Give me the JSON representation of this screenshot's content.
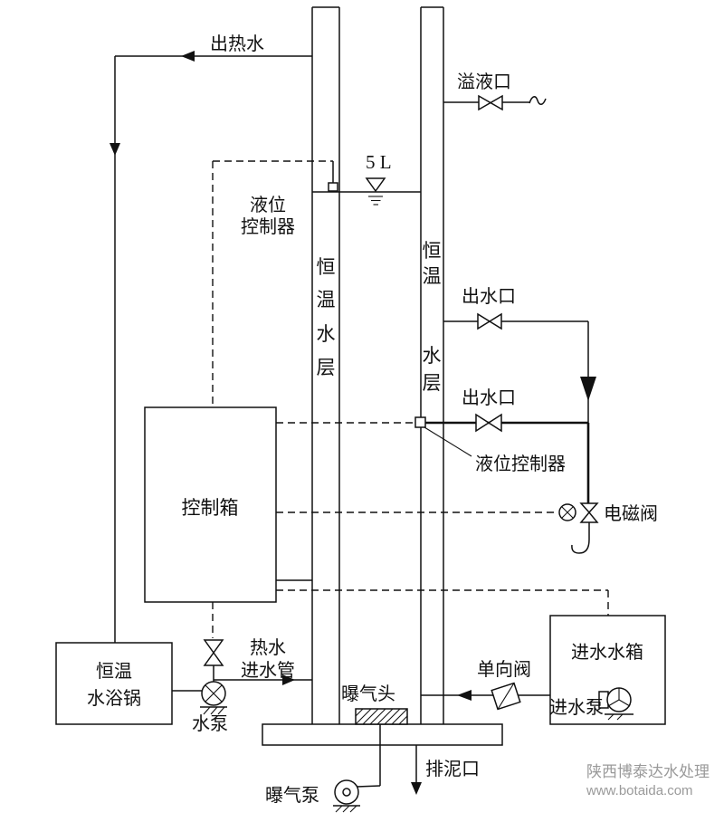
{
  "labels": {
    "hot_water_out": "出热水",
    "overflow": "溢液口",
    "volume": "5 L",
    "level_ctrl_top_1": "液位",
    "level_ctrl_top_2": "控制器",
    "jacket_left": [
      "恒",
      "温",
      "水",
      "层"
    ],
    "jacket_right_top": [
      "恒",
      "温"
    ],
    "jacket_right_bottom": [
      "水",
      "层"
    ],
    "outlet_upper": "出水口",
    "outlet_lower": "出水口",
    "level_ctrl_mid": "液位控制器",
    "solenoid": "电磁阀",
    "control_box": "控制箱",
    "bath_1": "恒温",
    "bath_2": "水浴锅",
    "hot_inlet_1": "热水",
    "hot_inlet_2": "进水管",
    "water_pump": "水泵",
    "aeration_head": "曝气头",
    "check_valve": "单向阀",
    "inlet_tank": "进水水箱",
    "inlet_pump": "进水泵",
    "sludge": "排泥口",
    "aeration_pump": "曝气泵"
  },
  "watermark": {
    "line1": "陕西博泰达水处理",
    "line2": "www.botaida.com"
  },
  "colors": {
    "line": "#111111",
    "watermark": "#9a9a9a",
    "background": "#ffffff"
  }
}
